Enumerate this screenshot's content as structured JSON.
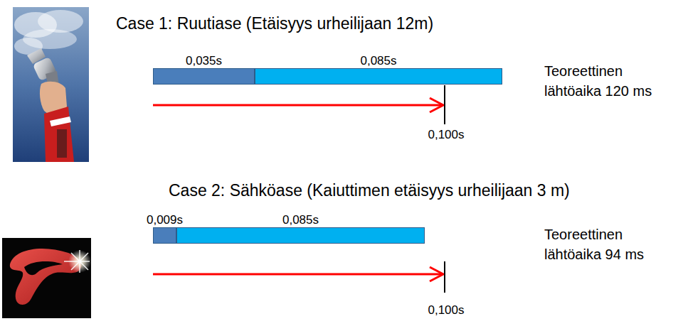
{
  "diagram": {
    "nodes": [
      {
        "text": [
          "0,035s"
        ]
      },
      {
        "text": [
          "0,085s"
        ]
      },
      {
        "text": [
          "0,009s"
        ]
      },
      {
        "text": [
          "0,085s"
        ]
      }
    ],
    "labels": [
      "Case 1: Ruutiase (Etäisyys urheilijaan 12m)",
      "Teoreettinen lähtöaika 120 ms",
      "0,100s",
      "Case 2: Sähköase (Kaiuttimen etäisyys urheilijaan 3 m)",
      "Teoreettinen lähtöaika 94 ms",
      "0,100s"
    ]
  }
}
